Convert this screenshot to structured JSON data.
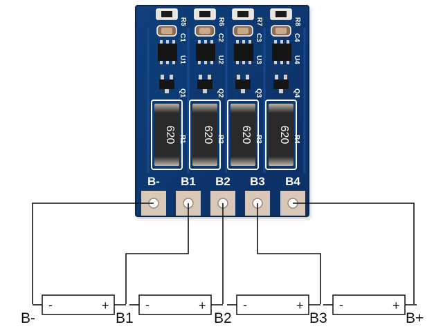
{
  "board": {
    "pad_labels": [
      "B-",
      "B1",
      "B2",
      "B3",
      "B4"
    ],
    "resistor_code": "620",
    "channels": [
      {
        "r_small": "R5",
        "cap": "C1",
        "ic": "U1",
        "fet": "Q1",
        "resistor": "R1"
      },
      {
        "r_small": "R6",
        "cap": "C2",
        "ic": "U2",
        "fet": "Q2",
        "resistor": "R2"
      },
      {
        "r_small": "R7",
        "cap": "C3",
        "ic": "U3",
        "fet": "Q3",
        "resistor": "R3"
      },
      {
        "r_small": "R8",
        "cap": "C4",
        "ic": "U4",
        "fet": "Q4",
        "resistor": "R4"
      }
    ],
    "colors": {
      "pcb": "#0e3b78",
      "trace": "#153f8a",
      "pad": "#d9c8b8",
      "silk": "#ffffff"
    }
  },
  "wiring": {
    "node_labels": [
      "B-",
      "B1",
      "B2",
      "B3",
      "B+"
    ],
    "cells": [
      {
        "neg": "-",
        "pos": "+"
      },
      {
        "neg": "-",
        "pos": "+"
      },
      {
        "neg": "-",
        "pos": "+"
      },
      {
        "neg": "-",
        "pos": "+"
      }
    ]
  }
}
